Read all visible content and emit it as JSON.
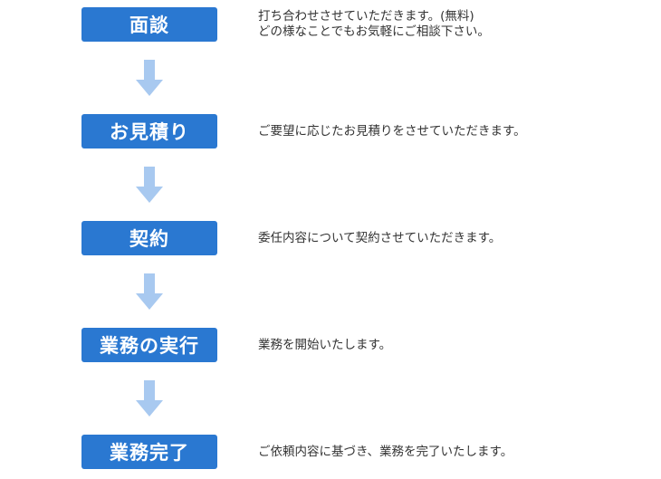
{
  "steps": [
    {
      "label": "面談",
      "desc": [
        "打ち合わせさせていただきます。(無料)",
        "どの様なことでもお気軽にご相談下さい。"
      ]
    },
    {
      "label": "お見積り",
      "desc": [
        "ご要望に応じたお見積りをさせていただきます。"
      ]
    },
    {
      "label": "契約",
      "desc": [
        "委任内容について契約させていただきます。"
      ]
    },
    {
      "label": "業務の実行",
      "desc": [
        "業務を開始いたします。"
      ]
    },
    {
      "label": "業務完了",
      "desc": [
        "ご依頼内容に基づき、業務を完了いたします。"
      ]
    }
  ],
  "colors": {
    "step_bg": "#2a78d1",
    "arrow": "#a8c9f0",
    "text": "#333333"
  },
  "icons": {
    "arrow": "arrow-down-icon"
  }
}
